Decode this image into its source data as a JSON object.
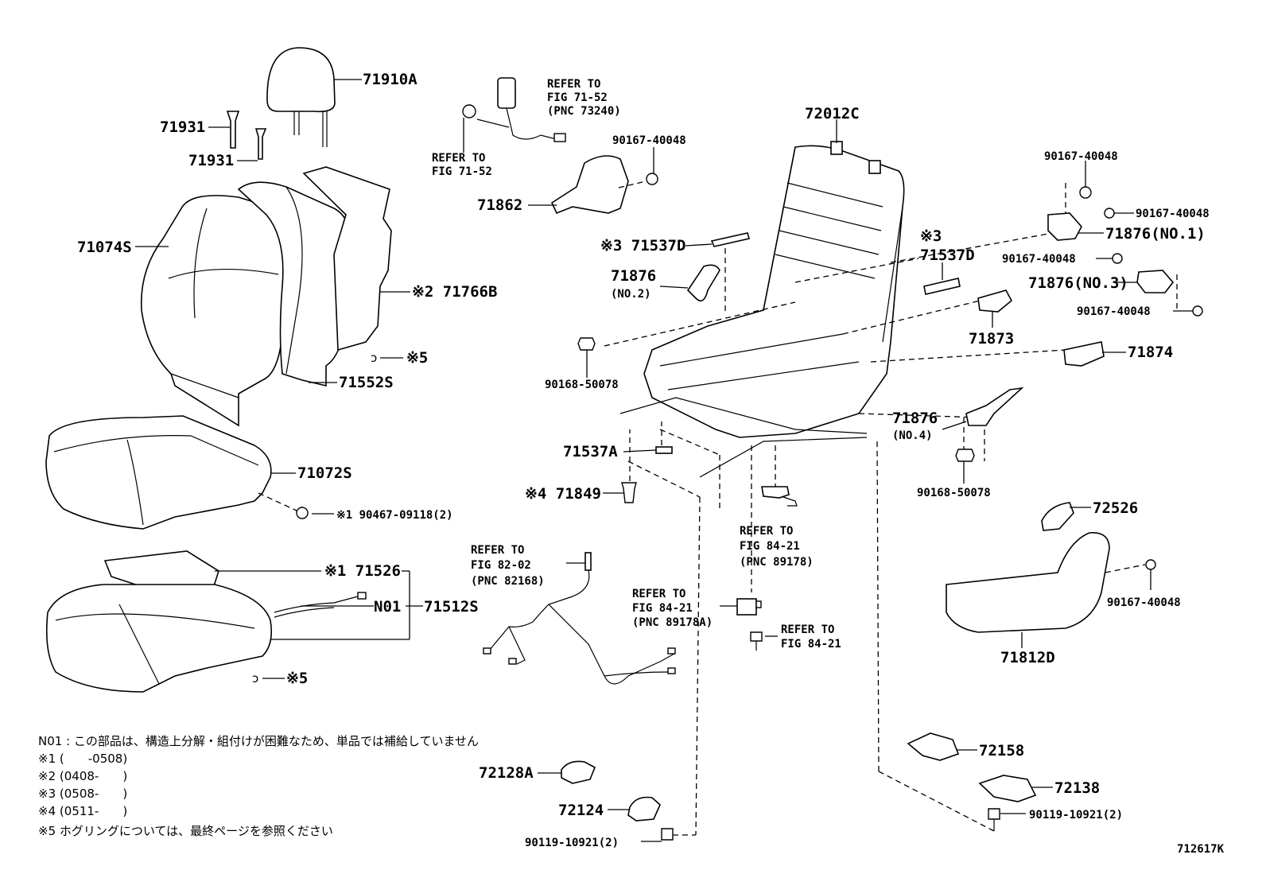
{
  "figure_code": "712617K",
  "parts": {
    "p71910A": "71910A",
    "p71931a": "71931",
    "p71931b": "71931",
    "p71074S": "71074S",
    "p71766B": "※2 71766B",
    "p71552S": "71552S",
    "p5a": "※5",
    "p71072S": "71072S",
    "p90467": "※1 90467-09118(2)",
    "p71526": "※1 71526",
    "pN01": "N01",
    "p71512S": "71512S",
    "p5b": "※5",
    "p71862": "71862",
    "p90167_top": "90167-40048",
    "p72012C": "72012C",
    "p71537D_l": "※3 71537D",
    "p71537D_r_mark": "※3",
    "p71537D_r": "71537D",
    "p71876_no2": "71876",
    "p71876_no2_sub": "(NO.2)",
    "p90168_l": "90168-50078",
    "p71537A": "71537A",
    "p71849": "※4 71849",
    "p90167_r1": "90167-40048",
    "p90167_r2": "90167-40048",
    "p71876_no1": "71876(NO.1)",
    "p90167_r3": "90167-40048",
    "p71876_no3": "71876(NO.3)",
    "p90167_r4": "90167-40048",
    "p71873": "71873",
    "p71874": "71874",
    "p71876_no4": "71876",
    "p71876_no4_sub": "(NO.4)",
    "p90168_r": "90168-50078",
    "p72526": "72526",
    "p90167_r5": "90167-40048",
    "p71812D": "71812D",
    "p72158": "72158",
    "p72138": "72138",
    "p90119_r": "90119-10921(2)",
    "p72128A": "72128A",
    "p72124": "72124",
    "p90119_l": "90119-10921(2)"
  },
  "refs": {
    "r1": [
      "REFER TO",
      "FIG 71-52",
      "(PNC 73240)"
    ],
    "r2": [
      "REFER TO",
      "FIG 71-52"
    ],
    "r3": [
      "REFER TO",
      "FIG 84-21",
      "(PNC 89178)"
    ],
    "r4": [
      "REFER TO",
      "FIG 82-02",
      "(PNC 82168)"
    ],
    "r5": [
      "REFER TO",
      "FIG 84-21",
      "(PNC 89178A)"
    ],
    "r6": [
      "REFER TO",
      "FIG 84-21"
    ]
  },
  "notes": [
    "N01 : この部品は、構造上分解・組付けが困難なため、単品では補給していません",
    "※1 (　　-0508)",
    "※2 (0408-　　)",
    "※3 (0508-　　)",
    "※4 (0511-　　)",
    "※5 ホグリングについては、最終ページを参照ください"
  ]
}
